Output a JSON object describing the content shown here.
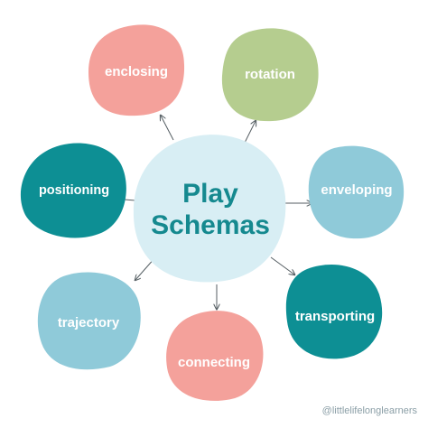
{
  "center": {
    "line1": "Play",
    "line2": "Schemas",
    "color": "#d8eef4",
    "text_color": "#15898f"
  },
  "schemas": [
    {
      "label": "enclosing",
      "color": "#f4a19b"
    },
    {
      "label": "rotation",
      "color": "#b5cd8f"
    },
    {
      "label": "positioning",
      "color": "#0d8f94"
    },
    {
      "label": "enveloping",
      "color": "#8fcad9"
    },
    {
      "label": "trajectory",
      "color": "#8fcad9"
    },
    {
      "label": "transporting",
      "color": "#0d8f94"
    },
    {
      "label": "connecting",
      "color": "#f4a19b"
    }
  ],
  "credit": "@littlelifelonglearners"
}
